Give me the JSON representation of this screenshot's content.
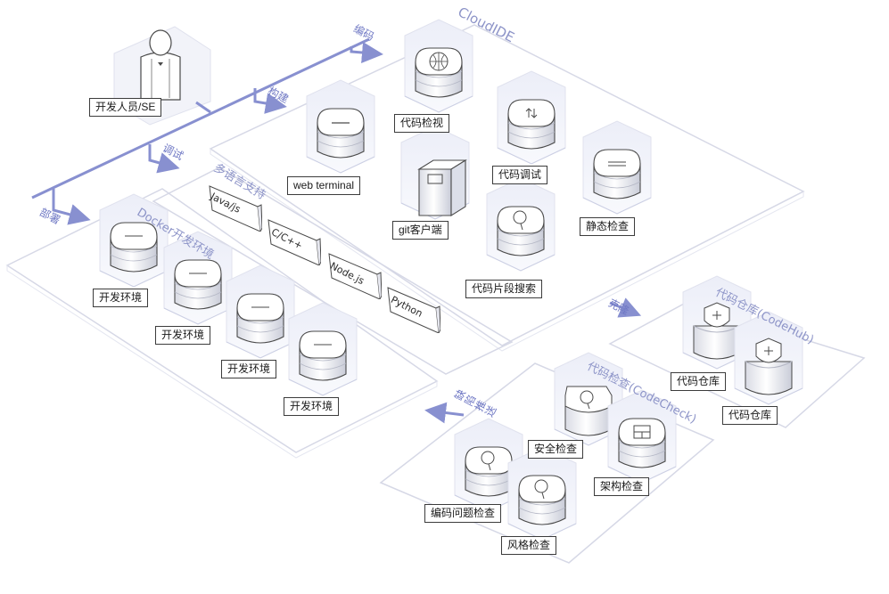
{
  "colors": {
    "panel_stroke": "#d6d8e6",
    "arrow": "#8890d0",
    "title_text": "#8d94c8",
    "device_stroke": "#4a4a4a"
  },
  "developer": {
    "label": "开发人员/SE",
    "icon": "developer-person-icon"
  },
  "pipeline": {
    "encode": "编码",
    "build": "构建",
    "debug": "调试",
    "deploy": "部署"
  },
  "cloudide": {
    "title": "CloudIDE",
    "tools": [
      {
        "label": "代码检视",
        "icon": "code-review-icon"
      },
      {
        "label": "web terminal",
        "icon": "terminal-icon"
      },
      {
        "label": "代码调试",
        "icon": "debug-icon"
      },
      {
        "label": "git客户端",
        "icon": "git-client-icon"
      },
      {
        "label": "静态检查",
        "icon": "static-check-icon"
      },
      {
        "label": "代码片段搜索",
        "icon": "snippet-search-icon"
      }
    ]
  },
  "languages": {
    "title": "多语言支持",
    "items": [
      "Java/js",
      "C/C++",
      "Node.js",
      "Python"
    ]
  },
  "docker": {
    "title": "Docker开发环境",
    "envs": [
      "开发环境",
      "开发环境",
      "开发环境",
      "开发环境"
    ]
  },
  "flows": {
    "clone": "克隆",
    "defect_push": "缺陷推送"
  },
  "codehub": {
    "title": "代码仓库(CodeHub)",
    "repos": [
      "代码仓库",
      "代码仓库"
    ]
  },
  "codecheck": {
    "title": "代码检查(CodeCheck)",
    "items": [
      {
        "label": "安全检查",
        "icon": "security-check-icon"
      },
      {
        "label": "架构检查",
        "icon": "architecture-check-icon"
      },
      {
        "label": "编码问题检查",
        "icon": "coding-issue-icon"
      },
      {
        "label": "风格检查",
        "icon": "style-check-icon"
      }
    ]
  }
}
